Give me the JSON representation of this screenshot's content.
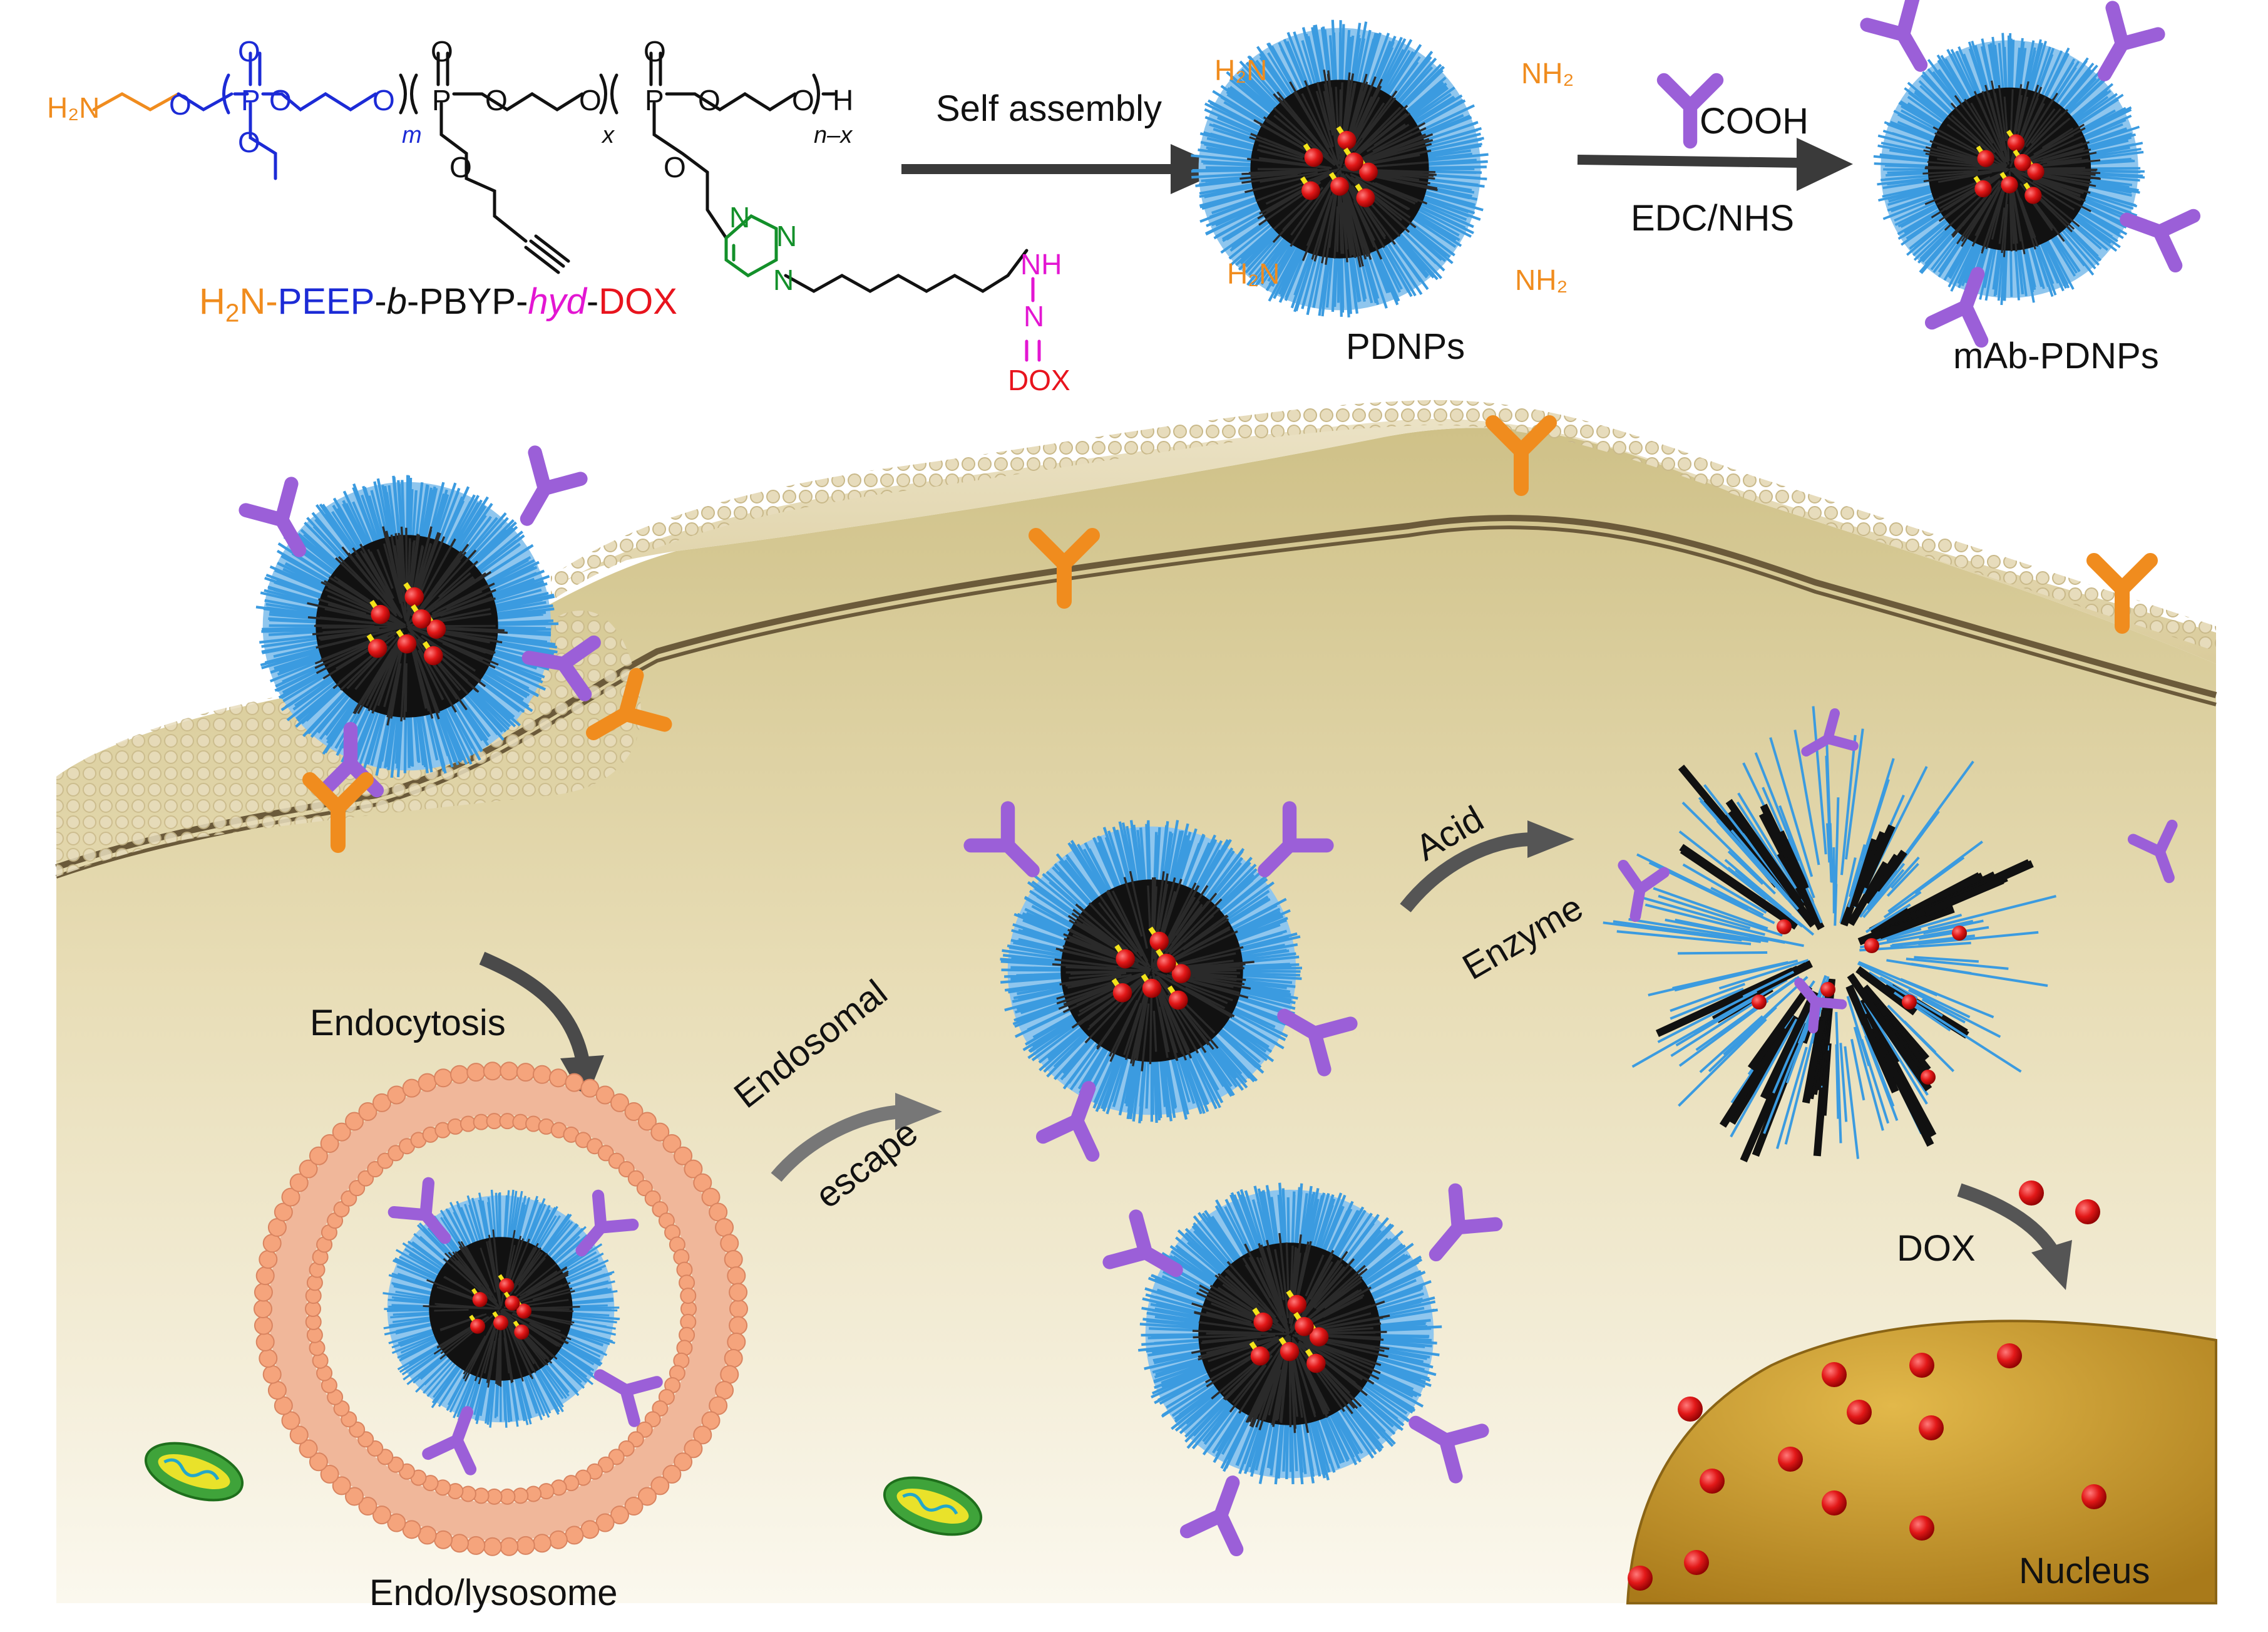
{
  "polymer": {
    "h2n": "H₂N",
    "m": "m",
    "x": "x",
    "n_x": "n–x",
    "h": "H",
    "nh": "NH",
    "n": "N",
    "dox": "DOX",
    "triazole_n1": "N",
    "triazole_n2": "N",
    "triazole_n3": "N",
    "name_parts": [
      "H",
      "2",
      "N-",
      "PEEP",
      "-",
      "b",
      "-PBYP-",
      "hyd",
      "-",
      "DOX"
    ]
  },
  "steps": {
    "self_assembly": "Self assembly",
    "cooh": "COOH",
    "edc_nhs": "EDC/NHS",
    "pdnps": "PDNPs",
    "mab_pdnps": "mAb-PDNPs",
    "nh2_tl": "H₂N",
    "nh2_tr": "NH₂",
    "nh2_bl": "H₂N",
    "nh2_br": "NH₂"
  },
  "cell": {
    "endocytosis": "Endocytosis",
    "endosomal": "Endosomal",
    "escape": "escape",
    "acid": "Acid",
    "enzyme": "Enzyme",
    "dox": "DOX",
    "endo_lysosome": "Endo/lysosome",
    "nucleus": "Nucleus"
  },
  "colors": {
    "shell": "#3b9be0",
    "core": "#111111",
    "drug": "#e21818",
    "antibody": "#9b5fd8",
    "receptor": "#f08c1e",
    "membrane": "#d8c79a",
    "nucleus": "#c99a2c",
    "endosome": "#f5a47c"
  }
}
